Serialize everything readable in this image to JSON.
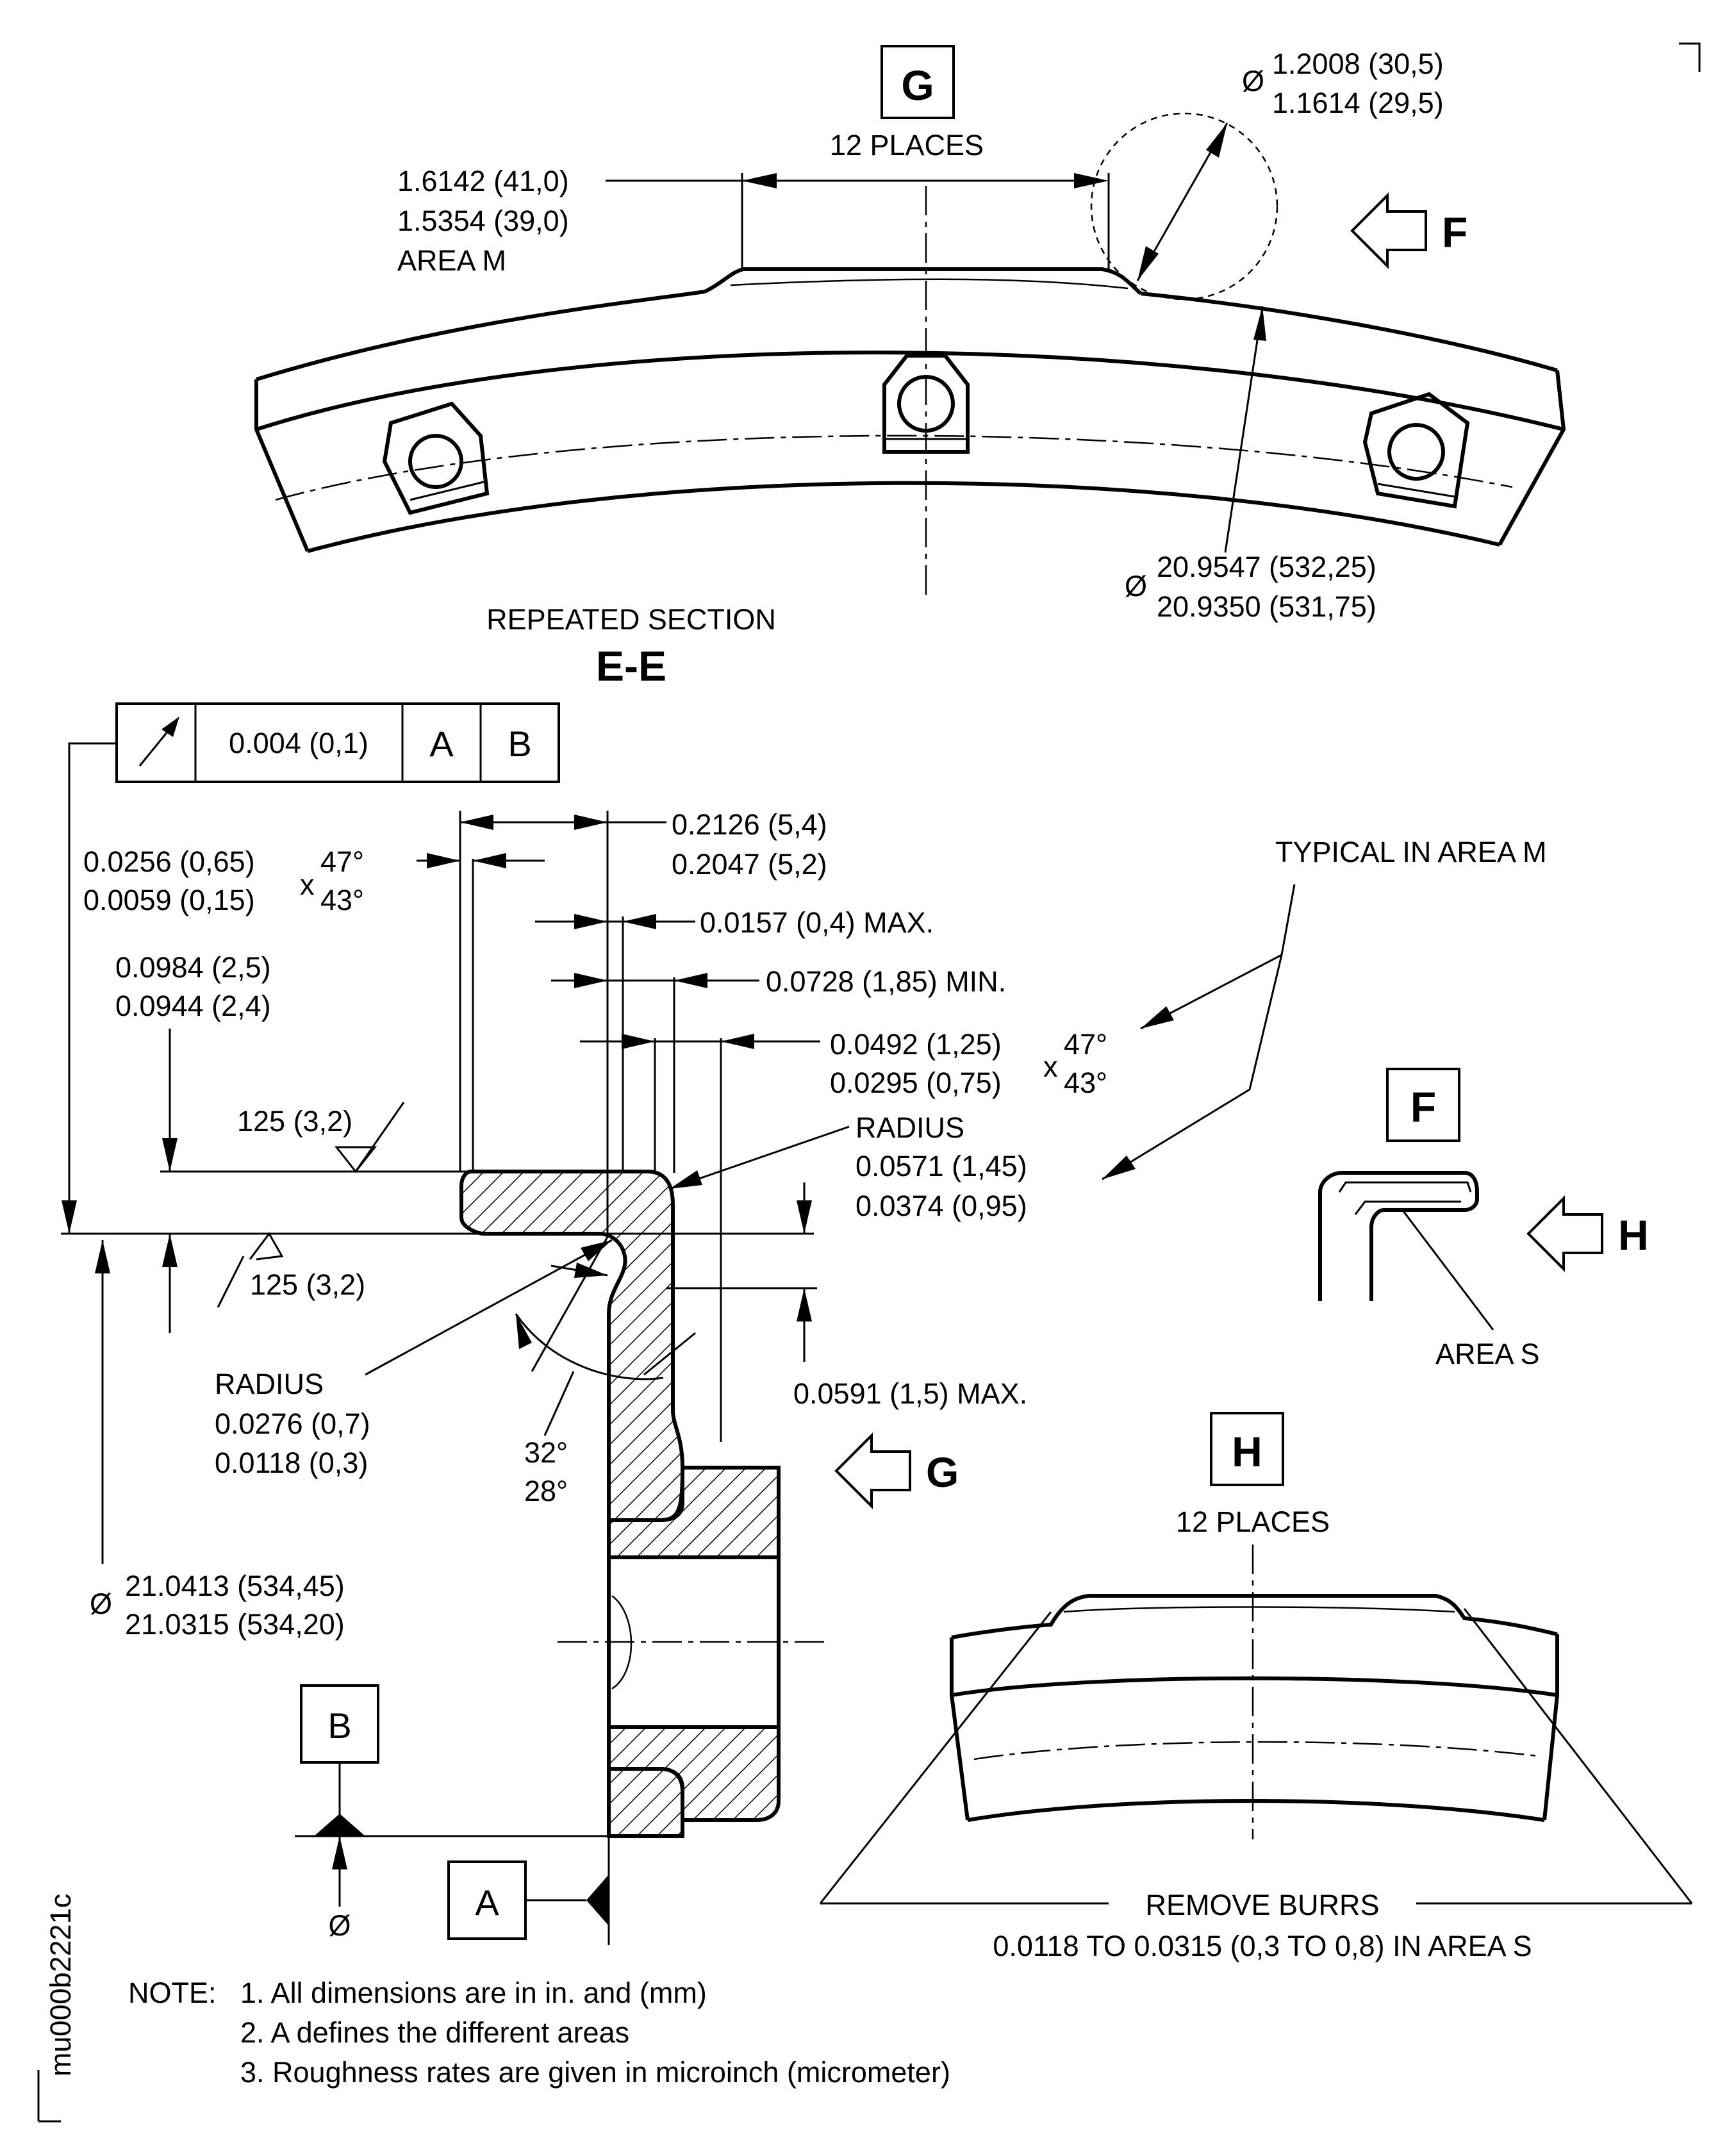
{
  "section_ee": {
    "view_label": "G",
    "places": "12 PLACES",
    "area_m_dim_top": "1.6142 (41,0)",
    "area_m_dim_bottom": "1.5354 (39,0)",
    "area_m_label": "AREA M",
    "dia_circle_symbol": "Ø",
    "dia_circle_top": "1.2008 (30,5)",
    "dia_circle_bottom": "1.1614 (29,5)",
    "view_arrow_f": "F",
    "outer_dia_symbol": "Ø",
    "outer_dia_top": "20.9547 (532,25)",
    "outer_dia_bottom": "20.9350 (531,75)",
    "title_line1": "REPEATED SECTION",
    "title_line2": "E-E"
  },
  "feature_control_frame": {
    "value": "0.004 (0,1)",
    "datum_1": "A",
    "datum_2": "B"
  },
  "section_dims": {
    "chamfer_top": "0.0256 (0,65)",
    "chamfer_bottom": "0.0059 (0,15)",
    "chamfer_x": "x",
    "chamfer_angle_top": "47°",
    "chamfer_angle_bottom": "43°",
    "width_top": "0.2126 (5,4)",
    "width_bottom": "0.2047 (5,2)",
    "max_0157": "0.0157 (0,4) MAX.",
    "min_0728": "0.0728 (1,85) MIN.",
    "thick_top": "0.0984 (2,5)",
    "thick_bottom": "0.0944 (2,4)",
    "chamfer2_top": "0.0492 (1,25)",
    "chamfer2_bottom": "0.0295 (0,75)",
    "chamfer2_x": "x",
    "chamfer2_angle_top": "47°",
    "chamfer2_angle_bottom": "43°",
    "typical_area_m": "TYPICAL IN AREA M",
    "roughness_top": "125 (3,2)",
    "roughness_bottom": "125 (3,2)",
    "radius1_label": "RADIUS",
    "radius1_top": "0.0571 (1,45)",
    "radius1_bottom": "0.0374 (0,95)",
    "radius2_label": "RADIUS",
    "radius2_top": "0.0276 (0,7)",
    "radius2_bottom": "0.0118 (0,3)",
    "max_0591": "0.0591 (1,5) MAX.",
    "angle_top": "32°",
    "angle_bottom": "28°",
    "view_arrow_g": "G",
    "dia_symbol": "Ø",
    "dia_top": "21.0413 (534,45)",
    "dia_bottom": "21.0315 (534,20)",
    "datum_b": "B",
    "datum_a": "A",
    "datum_b_dia": "Ø"
  },
  "view_f": {
    "label": "F",
    "view_arrow_h": "H",
    "area_s": "AREA S"
  },
  "view_h": {
    "label": "H",
    "places": "12 PLACES",
    "remove_burrs": "REMOVE BURRS",
    "burr_spec": "0.0118 TO 0.0315 (0,3 TO 0,8) IN AREA S"
  },
  "notes": {
    "prefix": "NOTE:",
    "items": [
      "1. All dimensions are in in. and (mm)",
      "2. A defines the different areas",
      "3. Roughness rates are given in microinch (micrometer)"
    ]
  },
  "drawing_id": "mu000b2221c"
}
